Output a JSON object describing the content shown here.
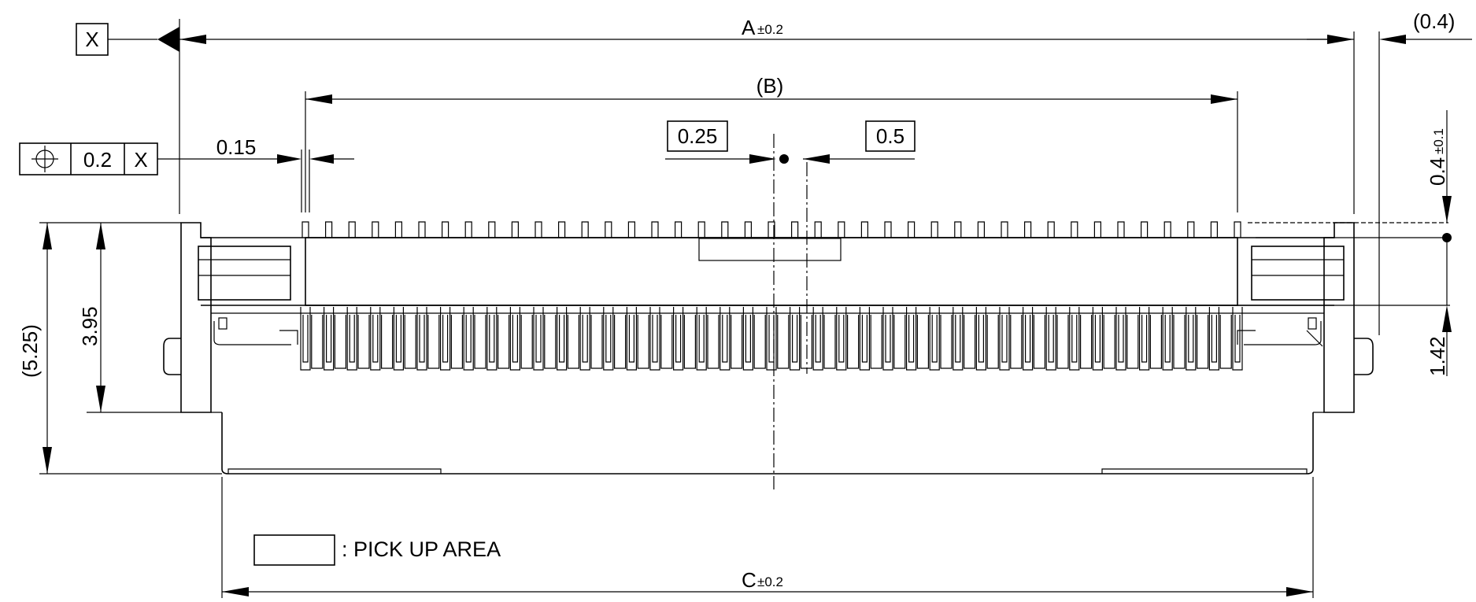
{
  "datum": {
    "label": "X"
  },
  "fcf": {
    "symbol": "⌖",
    "tolerance": "0.2",
    "datum": "X"
  },
  "dims": {
    "a_letter": "A",
    "a_tol": "±0.2",
    "b": "(B)",
    "c_letter": "C",
    "c_tol": "±0.2",
    "d_015": "0.15",
    "d_025": "0.25",
    "d_05": "0.5",
    "d_04_ref": "(0.4)",
    "d_04": "0.4",
    "d_04_tol": "±0.1",
    "d_395": "3.95",
    "d_525": "(5.25)",
    "d_142": "1.42"
  },
  "legend": {
    "label": ": PICK UP AREA"
  },
  "colors": {
    "line": "#000000",
    "background": "#ffffff"
  }
}
